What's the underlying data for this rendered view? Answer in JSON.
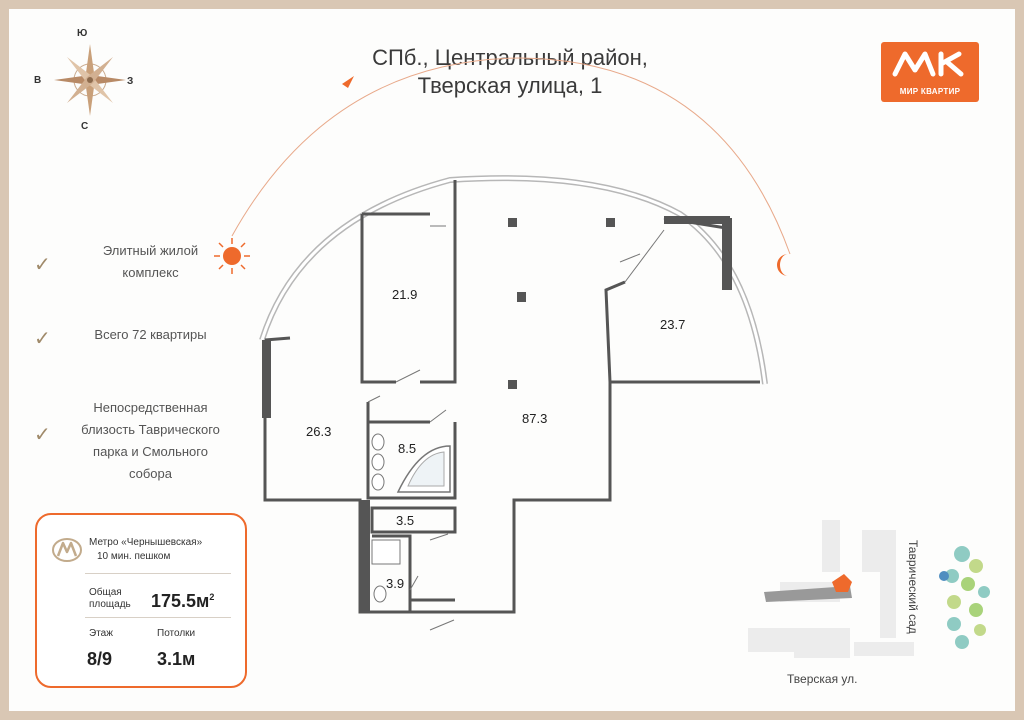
{
  "title": {
    "line1": "СПб., Центральный район,",
    "line2": "Тверская улица, 1"
  },
  "logo": {
    "mark": "МК",
    "name": "МИР КВАРТИР",
    "color": "#ee6a2c"
  },
  "compass": {
    "top": "Ю",
    "left": "В",
    "right": "З",
    "bottom": "С"
  },
  "features": [
    {
      "text_line1": "Элитный жилой",
      "text_line2": "комплекс"
    },
    {
      "text_line1": "Всего 72 квартиры"
    },
    {
      "text_line1": "Непосредственная",
      "text_line2": "близость Таврического",
      "text_line3": "парка и Смольного",
      "text_line4": "собора"
    }
  ],
  "info_card": {
    "metro_name": "Метро «Чернышевская»",
    "metro_walk": "10 мин. пешком",
    "area_label_line1": "Общая",
    "area_label_line2": "площадь",
    "area_value": "175.5м",
    "area_sup": "2",
    "floor_label": "Этаж",
    "floor_value": "8/9",
    "ceiling_label": "Потолки",
    "ceiling_value": "3.1м"
  },
  "rooms": {
    "r1": "21.9",
    "r2": "23.7",
    "r3": "26.3",
    "r4": "87.3",
    "r5": "8.5",
    "r6": "3.5",
    "r7": "3.9"
  },
  "map": {
    "street": "Тверская ул.",
    "garden": "Таврический сад"
  },
  "colors": {
    "accent": "#ee6a2c",
    "frame": "#d9c7b4",
    "wall": "#555555"
  },
  "icons": {
    "sun": "sun-icon",
    "moon": "moon-icon",
    "compass": "compass-rose-icon",
    "metro": "metro-icon",
    "check": "checkmark-icon"
  }
}
